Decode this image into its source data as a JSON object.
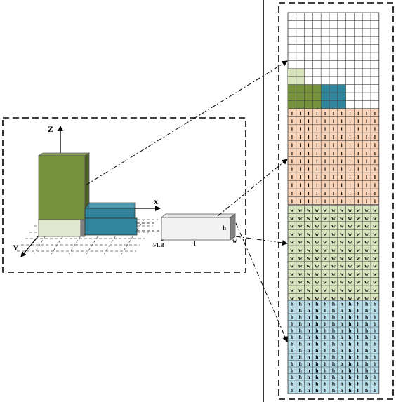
{
  "colors": {
    "green": "#76923c",
    "light_green": "#d8e4bc",
    "teal": "#31859c",
    "peach": "#fad4b8",
    "sage": "#d7e4bd",
    "sky": "#b7dde8",
    "light_gray": "#e6e6e6",
    "dark_gray": "#808080"
  },
  "axes": {
    "z": "Z",
    "x": "x",
    "y": "Y"
  },
  "box": {
    "flb": "FLB",
    "length": "l",
    "height": "h",
    "width": "w"
  },
  "grids": {
    "occupancy": {
      "rows": 12,
      "cols": 11,
      "filled": [
        {
          "row": 7,
          "col_start": 0,
          "col_end": 1,
          "color": "light_green"
        },
        {
          "row": 8,
          "col_start": 0,
          "col_end": 1,
          "color": "light_green"
        },
        {
          "row": 9,
          "col_start": 0,
          "col_end": 3,
          "color": "green"
        },
        {
          "row": 9,
          "col_start": 4,
          "col_end": 6,
          "color": "teal"
        },
        {
          "row": 10,
          "col_start": 0,
          "col_end": 3,
          "color": "green"
        },
        {
          "row": 10,
          "col_start": 4,
          "col_end": 6,
          "color": "teal"
        },
        {
          "row": 11,
          "col_start": 0,
          "col_end": 3,
          "color": "green"
        },
        {
          "row": 11,
          "col_start": 4,
          "col_end": 6,
          "color": "teal"
        }
      ]
    },
    "length_grid": {
      "rows": 12,
      "cols": 11,
      "label": "l",
      "color": "peach"
    },
    "width_grid": {
      "rows": 12,
      "cols": 11,
      "label": "w",
      "color": "sage"
    },
    "height_grid": {
      "rows": 14,
      "cols": 11,
      "label": "h",
      "color": "sky"
    }
  }
}
